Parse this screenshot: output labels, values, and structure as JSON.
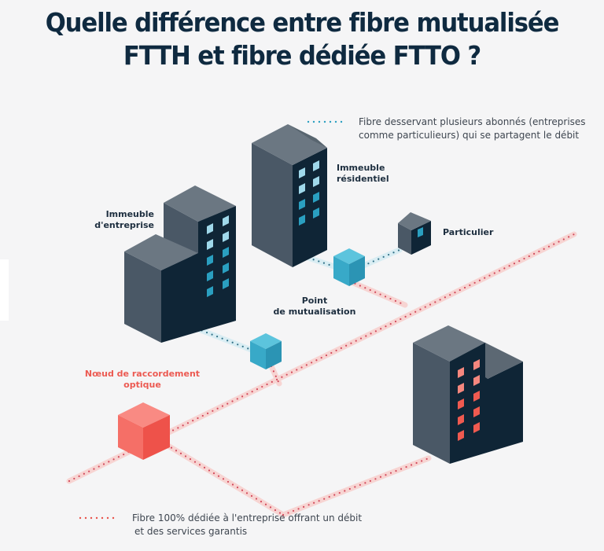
{
  "title": {
    "line1": "Quelle différence entre fibre mutualisée",
    "line2": "FTTH et fibre dédiée FTTO ?"
  },
  "legend": {
    "shared": {
      "line1": "Fibre desservant plusieurs abonnés (entreprises",
      "line2": "comme particulieurs) qui se partagent le débit",
      "color": "#2a9fc0"
    },
    "dedicated": {
      "line1": "Fibre 100% dédiée à l'entreprise offrant un débit",
      "line2": "et des services garantis",
      "color": "#e8524a"
    }
  },
  "labels": {
    "residential": {
      "line1": "Immeuble",
      "line2": "résidentiel"
    },
    "enterprise": {
      "line1": "Immeuble",
      "line2": "d'entreprise"
    },
    "individual": {
      "line1": "Particulier"
    },
    "mutualisation_point": {
      "line1": "Point",
      "line2": "de mutualisation"
    },
    "optical_node": {
      "line1": "Nœud de raccordement",
      "line2": "optique"
    }
  },
  "colors": {
    "title": "#0f2a40",
    "building_dark": "#0f2536",
    "building_mid": "#4a5866",
    "building_light": "#6b7782",
    "window_light": "#9fd8ea",
    "window_blue": "#2a9fc0",
    "window_salmon": "#f5877e",
    "window_red": "#ef5a50",
    "cube_blue": "#3aaccc",
    "cube_red": "#f25f57"
  }
}
